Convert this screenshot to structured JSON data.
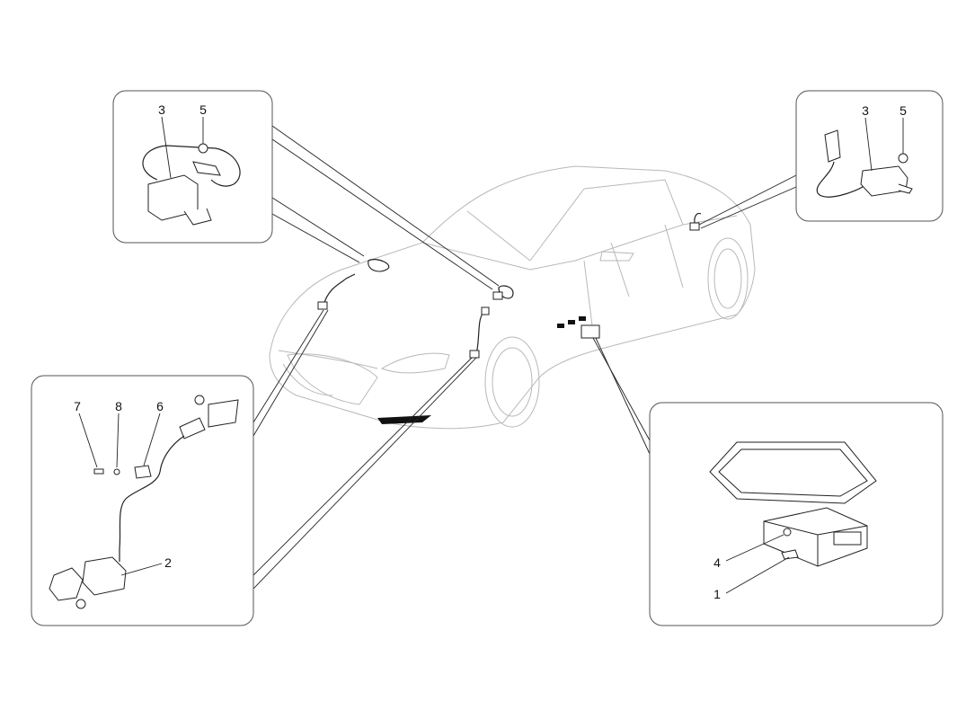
{
  "diagram": {
    "panels": {
      "top_left": {
        "labels": [
          "3",
          "5"
        ]
      },
      "top_right": {
        "labels": [
          "3",
          "5"
        ]
      },
      "bottom_left": {
        "labels": [
          "7",
          "8",
          "6",
          "2"
        ]
      },
      "bottom_right": {
        "labels": [
          "4",
          "1"
        ]
      }
    }
  }
}
